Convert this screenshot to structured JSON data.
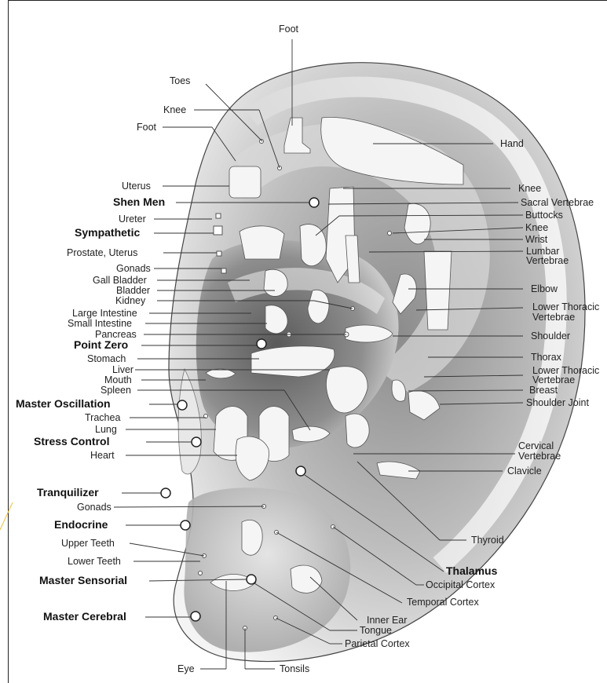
{
  "diagram": {
    "labels_top": [
      "Foot",
      "Toes",
      "Knee",
      "Foot"
    ],
    "labels_left": [
      "Uterus",
      "Shen Men",
      "Ureter",
      "Sympathetic",
      "Prostate, Uterus",
      "Gonads",
      "Gall Bladder",
      "Bladder",
      "Kidney",
      "Large Intestine",
      "Small Intestine",
      "Pancreas",
      "Point Zero",
      "Stomach",
      "Liver",
      "Mouth",
      "Spleen",
      "Master Oscillation",
      "Trachea",
      "Lung",
      "Stress Control",
      "Heart",
      "Tranquilizer",
      "Gonads",
      "Endocrine",
      "Upper Teeth",
      "Lower Teeth",
      "Master Sensorial",
      "Master Cerebral",
      "Eye"
    ],
    "labels_right": [
      "Hand",
      "Knee",
      "Sacral Vertebrae",
      "Buttocks",
      "Knee",
      "Wrist",
      "Lumbar",
      "Vertebrae",
      "Elbow",
      "Lower Thoracic",
      "Vertebrae",
      "Shoulder",
      "Thorax",
      "Lower Thoracic",
      "Vertebrae",
      "Breast",
      "Shoulder Joint",
      "Cervical",
      "Vertebrae",
      "Clavicle",
      "Thyroid",
      "Thalamus",
      "Occipital Cortex",
      "Temporal Cortex",
      "Inner Ear",
      "Tongue",
      "Parietal Cortex",
      "Tonsils"
    ],
    "colors": {
      "ear_light": "#f2f2f2",
      "ear_mid": "#bdbdbd",
      "ear_dark": "#6f6f6f",
      "line": "#333333",
      "accent": "#f0c040"
    }
  }
}
